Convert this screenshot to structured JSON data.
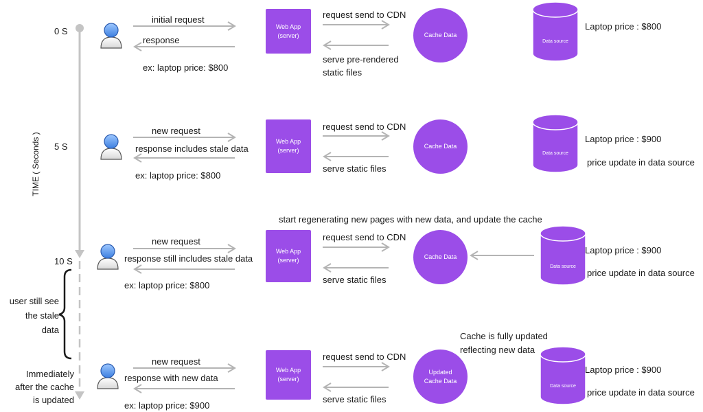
{
  "axis": {
    "label": "TIME ( Seconds )",
    "ticks": [
      "0 S",
      "5 S",
      "10 S"
    ]
  },
  "nodes": {
    "web_app": "Web App\n(server)",
    "cache": "Cache Data",
    "cache_updated": "Updated\nCache Data",
    "data_source": "Data source"
  },
  "rows": [
    {
      "req": "initial request",
      "resp": "response",
      "example": "ex: laptop price: $800",
      "cdn_req": "request send to CDN",
      "cdn_resp": "serve pre-rendered\nstatic files",
      "price": "Laptop price : $800"
    },
    {
      "req": "new request",
      "resp": "response includes stale data",
      "example": "ex: laptop price: $800",
      "cdn_req": "request send to CDN",
      "cdn_resp": "serve static files",
      "price": "Laptop price : $900",
      "note": "price update in data source"
    },
    {
      "req": "new request",
      "resp": "response still includes stale data",
      "example": "ex: laptop price: $800",
      "cdn_req": "request send to CDN",
      "cdn_resp": "serve static files",
      "price": "Laptop price : $900",
      "note": "price update in data source",
      "top_note": "start regenerating  new pages with new data, and update the  cache"
    },
    {
      "req": "new request",
      "resp": "response with new data",
      "example": "ex: laptop price: $900",
      "cdn_req": "request send to CDN",
      "cdn_resp": "serve static files",
      "price": "Laptop price : $900",
      "note": "price update in data source",
      "top_note": "Cache is fully updated\nreflecting new data"
    }
  ],
  "annotations": {
    "stale": "user still see\nthe stale\ndata",
    "immediately": "Immediately\nafter the cache\nis updated"
  }
}
